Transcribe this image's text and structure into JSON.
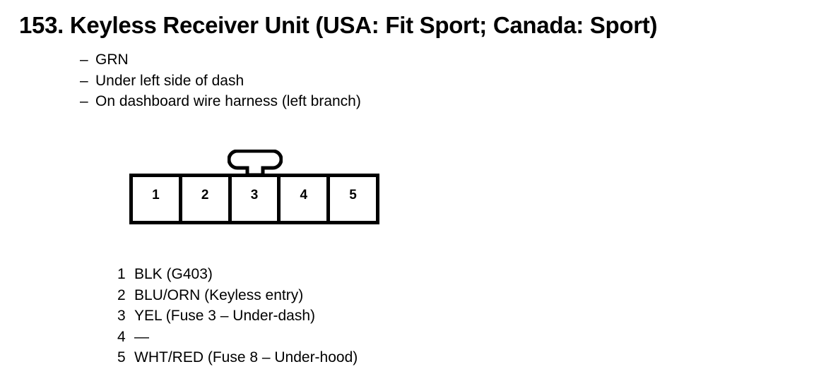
{
  "page": {
    "title": "153. Keyless Receiver Unit (USA: Fit Sport; Canada: Sport)",
    "background_color": "#ffffff",
    "ink_color": "#000000"
  },
  "notes": {
    "dash": "–",
    "items": [
      "GRN",
      "Under left side of dash",
      "On dashboard wire harness (left branch)"
    ]
  },
  "connector": {
    "type": "5-pin connector with latch tab",
    "latch_icon": "connector-latch-icon",
    "pins": [
      "1",
      "2",
      "3",
      "4",
      "5"
    ]
  },
  "legend": {
    "rows": [
      {
        "pin": "1",
        "desc": "BLK (G403)"
      },
      {
        "pin": "2",
        "desc": "BLU/ORN (Keyless entry)"
      },
      {
        "pin": "3",
        "desc": "YEL (Fuse 3 – Under-dash)"
      },
      {
        "pin": "4",
        "desc": "—"
      },
      {
        "pin": "5",
        "desc": "WHT/RED (Fuse 8 – Under-hood)"
      }
    ]
  }
}
